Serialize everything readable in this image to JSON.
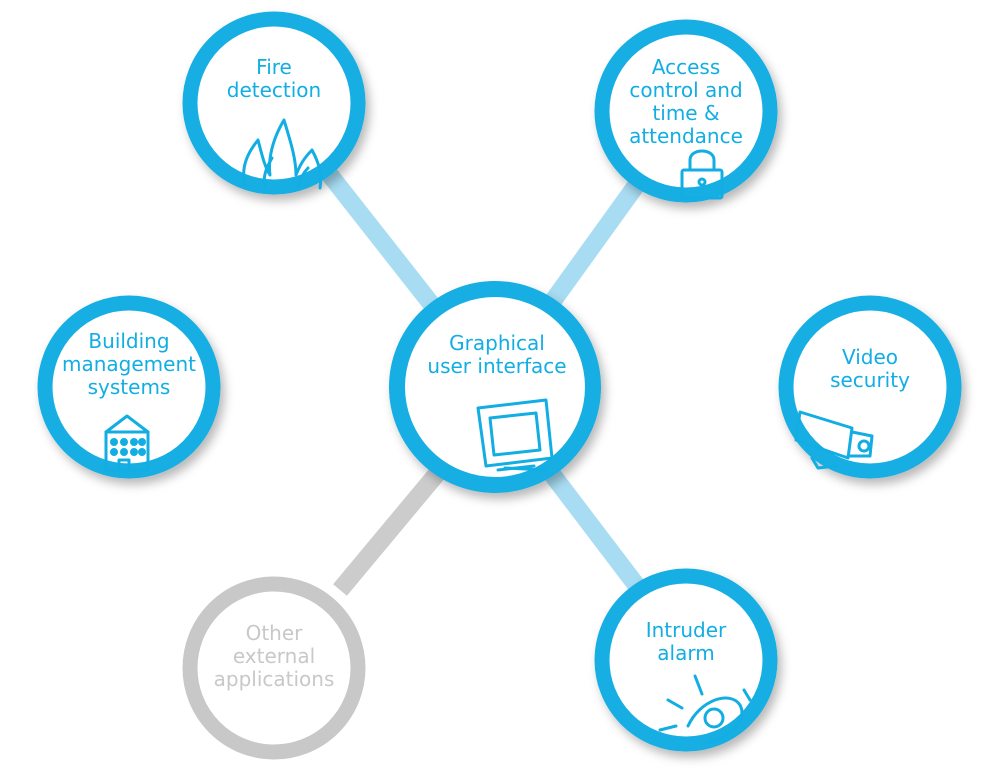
{
  "colors": {
    "accent": "#12aee3",
    "inactive": "#c8c8c8",
    "connector": "#a8dcf2",
    "connector_inactive": "#cccccc"
  },
  "center": {
    "label": "Graphical\nuser interface",
    "icon": "monitor-icon"
  },
  "nodes": [
    {
      "id": "fire",
      "label": "Fire\ndetection",
      "icon": "flame-icon",
      "active": true
    },
    {
      "id": "access",
      "label": "Access\ncontrol and\ntime &\nattendance",
      "icon": "padlock-icon",
      "active": true
    },
    {
      "id": "bms",
      "label": "Building\nmanagement\nsystems",
      "icon": "building-icon",
      "active": true
    },
    {
      "id": "video",
      "label": "Video\nsecurity",
      "icon": "camera-icon",
      "active": true
    },
    {
      "id": "intruder",
      "label": "Intruder\nalarm",
      "icon": "alarm-icon",
      "active": true
    },
    {
      "id": "other",
      "label": "Other\nexternal\napplications",
      "icon": "",
      "active": false
    }
  ]
}
